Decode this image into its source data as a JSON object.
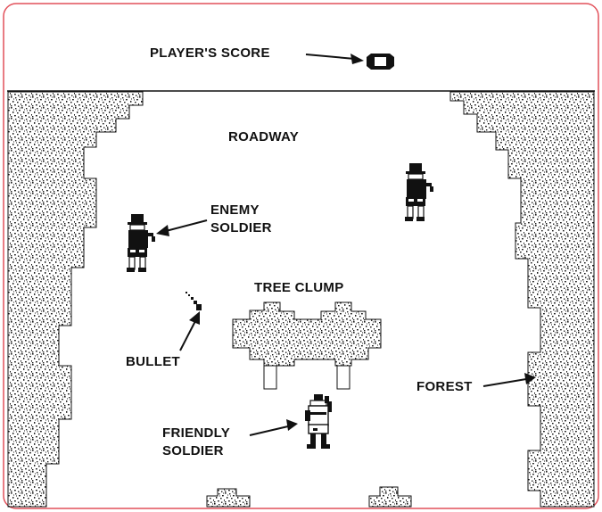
{
  "game": {
    "score_label": "PLAYER'S SCORE",
    "score_value": "0",
    "labels": {
      "roadway": "ROADWAY",
      "enemy_line1": "ENEMY",
      "enemy_line2": "SOLDIER",
      "tree_clump": "TREE CLUMP",
      "bullet": "BULLET",
      "forest": "FOREST",
      "friendly_line1": "FRIENDLY",
      "friendly_line2": "SOLDIER"
    }
  },
  "colors": {
    "frame_border": "#e2505a",
    "ink": "#111111",
    "background": "#ffffff",
    "speckle": "#1a1a1a"
  }
}
